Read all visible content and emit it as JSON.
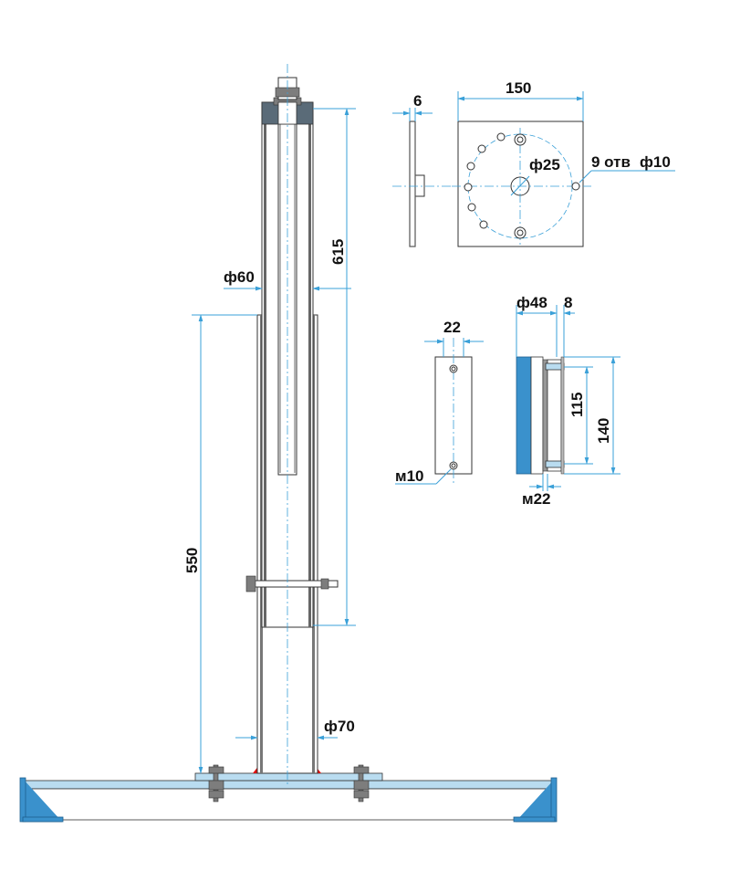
{
  "dimensions": {
    "plate_thickness": "6",
    "plate_width": "150",
    "holes_label": "9 отв",
    "holes_diameter": "ф10",
    "center_hole": "ф25",
    "tube_diameter_top": "ф60",
    "height_615": "615",
    "height_550": "550",
    "base_tube_diameter": "ф70",
    "clamp_width": "22",
    "bolt_m10": "м10",
    "sleeve_diameter": "ф48",
    "sleeve_gap": "8",
    "sleeve_inner_height": "115",
    "sleeve_height": "140",
    "nut_m22": "м22"
  },
  "colors": {
    "dimension_line": "#3aa0d8",
    "steel_blue": "#3a91cc",
    "weld": "#dd1111"
  }
}
